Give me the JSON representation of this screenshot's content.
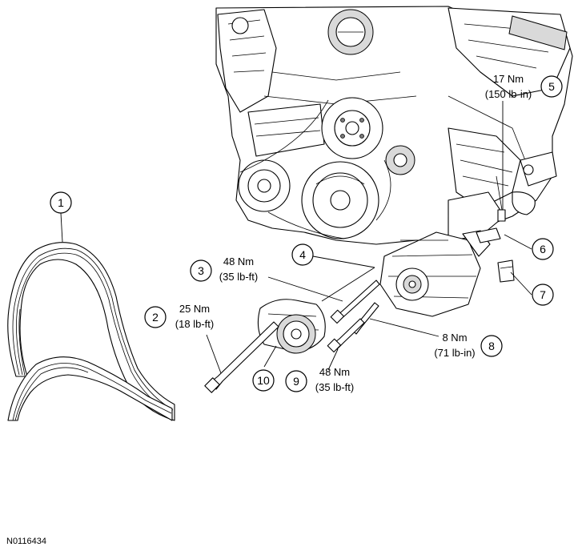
{
  "callouts": [
    {
      "id": "1",
      "label": "1"
    },
    {
      "id": "2",
      "label": "2",
      "torque_nm": "25 Nm",
      "torque_imperial": "(18 lb-ft)"
    },
    {
      "id": "3",
      "label": "3",
      "torque_nm": "48 Nm",
      "torque_imperial": "(35 lb-ft)"
    },
    {
      "id": "4",
      "label": "4"
    },
    {
      "id": "5",
      "label": "5",
      "torque_nm": "17 Nm",
      "torque_imperial": "(150 lb-in)"
    },
    {
      "id": "6",
      "label": "6"
    },
    {
      "id": "7",
      "label": "7"
    },
    {
      "id": "8",
      "label": "8",
      "torque_nm": "8 Nm",
      "torque_imperial": "(71 lb-in)"
    },
    {
      "id": "9",
      "label": "9",
      "torque_nm": "48 Nm",
      "torque_imperial": "(35 lb-ft)"
    },
    {
      "id": "10",
      "label": "10"
    }
  ],
  "reference_code": "N0116434"
}
